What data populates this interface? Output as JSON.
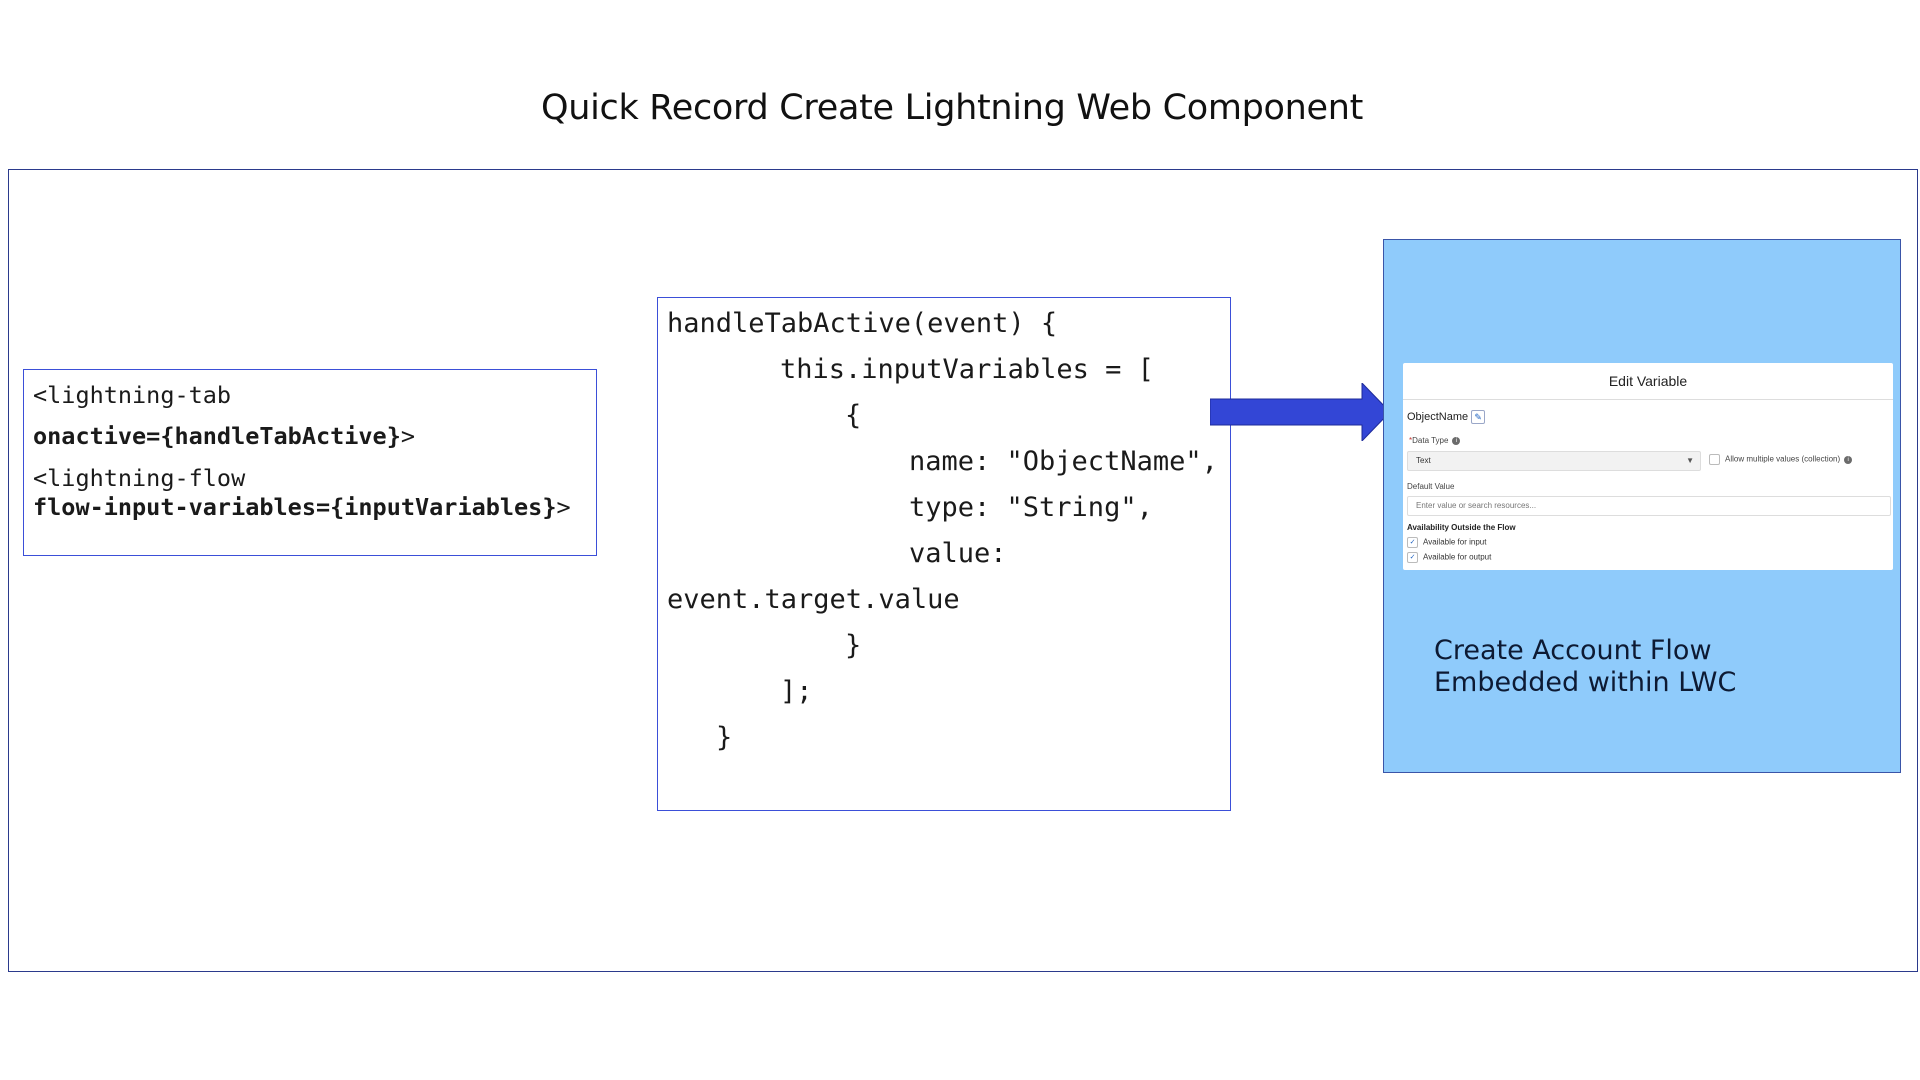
{
  "title": "Quick Record Create Lightning Web Component",
  "markup_box": {
    "line1": "<lightning-tab",
    "line2": "onactive={handleTabActive}",
    "line2_tail": ">",
    "line3": "<lightning-flow",
    "line4": "flow-input-variables={inputVariables}",
    "line4_tail": ">"
  },
  "code_box": {
    "lines": [
      "handleTabActive(event) {",
      "this.inputVariables = [",
      "{",
      "name: \"ObjectName\",",
      "type: \"String\",",
      "value:",
      "event.target.value",
      "}",
      "];",
      "}"
    ]
  },
  "flow_panel": {
    "header": "Edit Variable",
    "object_name": "ObjectName",
    "data_type_label": "Data Type",
    "data_type_value": "Text",
    "multi_values_label": "Allow multiple values (collection)",
    "default_value_label": "Default Value",
    "default_value_placeholder": "Enter value or search resources...",
    "availability_header": "Availability Outside the Flow",
    "available_input": "Available for input",
    "available_output": "Available for output",
    "caption_line1": "Create Account Flow",
    "caption_line2": "Embedded within LWC"
  },
  "colors": {
    "arrow": "#3346d6",
    "panel_bg": "#8fcbfb",
    "box_border": "#3b4fd8"
  }
}
